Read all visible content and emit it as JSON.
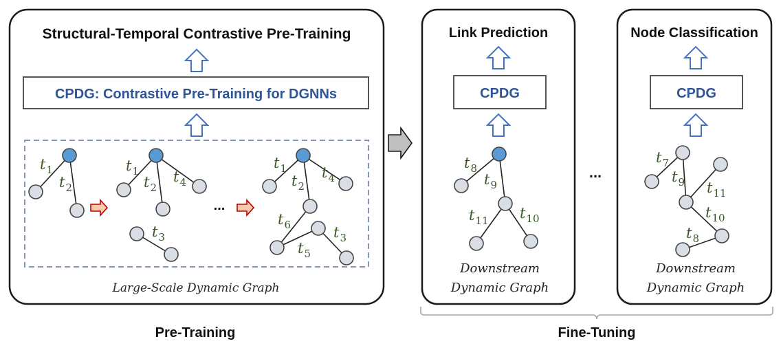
{
  "colors": {
    "panel_border": "#1a1a1a",
    "accent_blue": "#2f5597",
    "arrow_blue": "#4472c4",
    "node_fill_gray": "#d9dde4",
    "node_fill_blue": "#5b9bd5",
    "node_stroke": "#444444",
    "time_label_green": "#375623",
    "red_arrow_fill": "#f8cbad",
    "red_arrow_stroke": "#c00000",
    "gray_arrow_fill": "#bfbfbf",
    "dashed_border": "#8497b0"
  },
  "pretraining": {
    "title": "Structural-Temporal Contrastive Pre-Training",
    "model_label": "CPDG: Contrastive Pre-Training for DGNNs",
    "graph_caption": "Large-Scale Dynamic Graph",
    "ellipsis": "...",
    "footer": "Pre-Training",
    "graph1": {
      "edges": [
        {
          "from": 0,
          "to": 1,
          "label": "1"
        },
        {
          "from": 0,
          "to": 2,
          "label": "2"
        }
      ]
    },
    "graph2": {
      "edges": [
        {
          "from": 0,
          "to": 1,
          "label": "1"
        },
        {
          "from": 0,
          "to": 2,
          "label": "2"
        },
        {
          "from": 0,
          "to": 3,
          "label": "4"
        },
        {
          "from": 4,
          "to": 5,
          "label": "3"
        }
      ]
    },
    "graph3": {
      "edges": [
        {
          "from": 0,
          "to": 1,
          "label": "1"
        },
        {
          "from": 0,
          "to": 2,
          "label": "2"
        },
        {
          "from": 0,
          "to": 3,
          "label": "4"
        },
        {
          "from": 2,
          "to": 4,
          "label": "6"
        },
        {
          "from": 4,
          "to": 5,
          "label": "5"
        },
        {
          "from": 5,
          "to": 6,
          "label": "3"
        }
      ]
    }
  },
  "finetuning": {
    "footer": "Fine-Tuning",
    "ellipsis": "...",
    "tasks": [
      {
        "title": "Link Prediction",
        "model_label": "CPDG",
        "caption_line1": "Downstream",
        "caption_line2": "Dynamic Graph",
        "edges": [
          {
            "from": 0,
            "to": 1,
            "label": "8"
          },
          {
            "from": 0,
            "to": 2,
            "label": "9"
          },
          {
            "from": 2,
            "to": 3,
            "label": "11"
          },
          {
            "from": 2,
            "to": 4,
            "label": "10"
          }
        ]
      },
      {
        "title": "Node Classification",
        "model_label": "CPDG",
        "caption_line1": "Downstream",
        "caption_line2": "Dynamic Graph",
        "edges": [
          {
            "from": 0,
            "to": 1,
            "label": "7"
          },
          {
            "from": 0,
            "to": 2,
            "label": "9"
          },
          {
            "from": 2,
            "to": 3,
            "label": "11"
          },
          {
            "from": 2,
            "to": 4,
            "label": "10"
          },
          {
            "from": 4,
            "to": 5,
            "label": "8"
          }
        ]
      }
    ]
  }
}
